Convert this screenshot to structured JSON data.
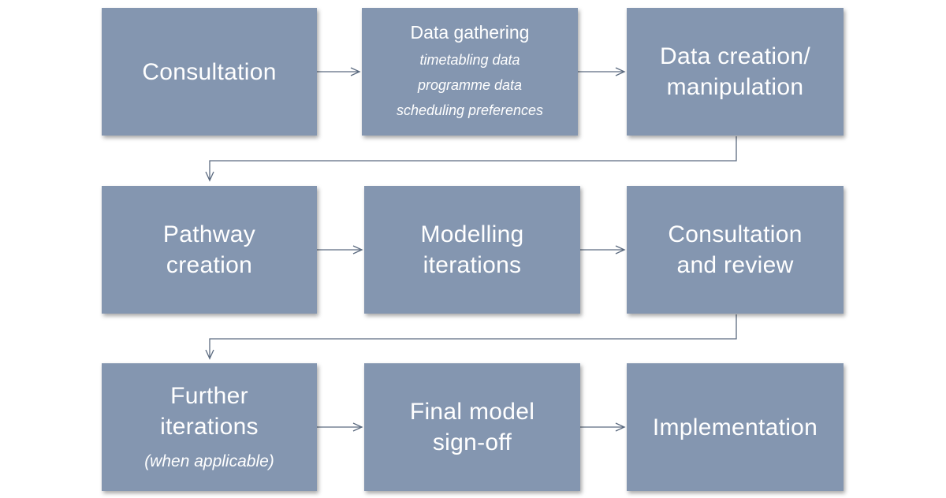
{
  "boxes": {
    "consultation": {
      "title": "Consultation"
    },
    "data_gathering": {
      "title": "Data gathering",
      "items": [
        "timetabling data",
        "programme data",
        "scheduling preferences"
      ]
    },
    "data_creation": {
      "title_lines": [
        "Data creation/",
        "manipulation"
      ]
    },
    "pathway_creation": {
      "title_lines": [
        "Pathway",
        "creation"
      ]
    },
    "modelling_iterations": {
      "title_lines": [
        "Modelling",
        "iterations"
      ]
    },
    "consultation_review": {
      "title_lines": [
        "Consultation",
        "and review"
      ]
    },
    "further_iterations": {
      "title_lines": [
        "Further",
        "iterations"
      ],
      "note": "(when applicable)"
    },
    "final_model": {
      "title_lines": [
        "Final model",
        "sign-off"
      ]
    },
    "implementation": {
      "title": "Implementation"
    }
  },
  "colors": {
    "box_fill": "#8496b0",
    "box_text": "#ffffff",
    "connector": "#5c6b80"
  }
}
